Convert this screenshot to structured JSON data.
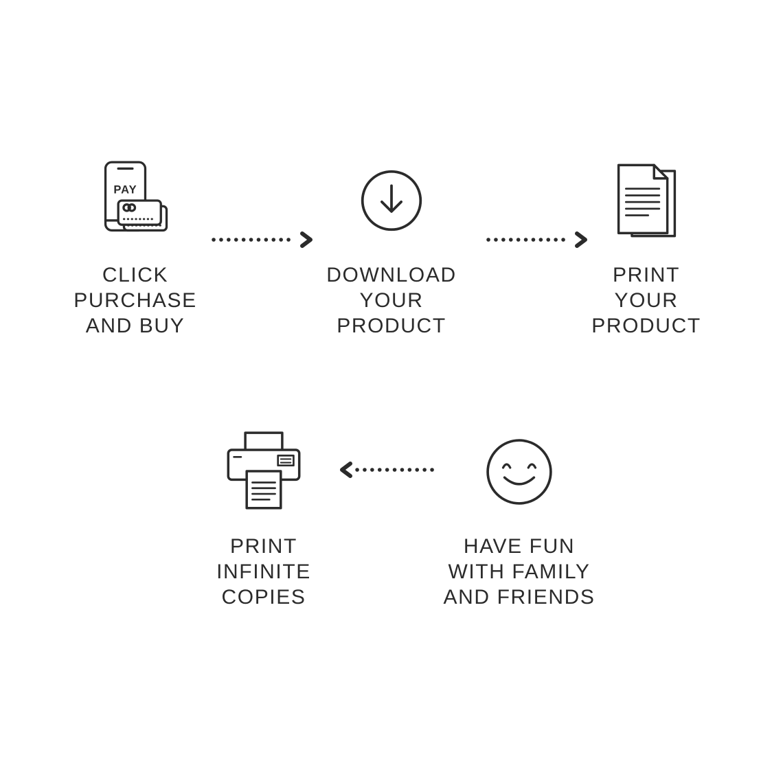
{
  "diagram_title": "how-it-works-steps",
  "colors": {
    "ink": "#2b2b2b",
    "background": "#ffffff"
  },
  "steps": {
    "purchase": {
      "icon": "mobile-payment-icon",
      "pay_label": "PAY",
      "label_lines": [
        "CLICK",
        "PURCHASE",
        "AND BUY"
      ]
    },
    "download": {
      "icon": "download-icon",
      "label_lines": [
        "DOWNLOAD",
        "YOUR",
        "PRODUCT"
      ]
    },
    "print": {
      "icon": "documents-icon",
      "label_lines": [
        "PRINT",
        "YOUR",
        "PRODUCT"
      ]
    },
    "fun": {
      "icon": "smiley-icon",
      "label_lines": [
        "HAVE FUN",
        "WITH FAMILY",
        "AND FRIENDS"
      ]
    },
    "copies": {
      "icon": "printer-icon",
      "label_lines": [
        "PRINT",
        "INFINITE",
        "COPIES"
      ]
    }
  },
  "arrows": [
    {
      "name": "dotted-arrow-purchase-to-download",
      "direction": "right"
    },
    {
      "name": "dotted-arrow-download-to-print",
      "direction": "right"
    },
    {
      "name": "dotted-arrow-fun-to-copies",
      "direction": "left"
    }
  ]
}
